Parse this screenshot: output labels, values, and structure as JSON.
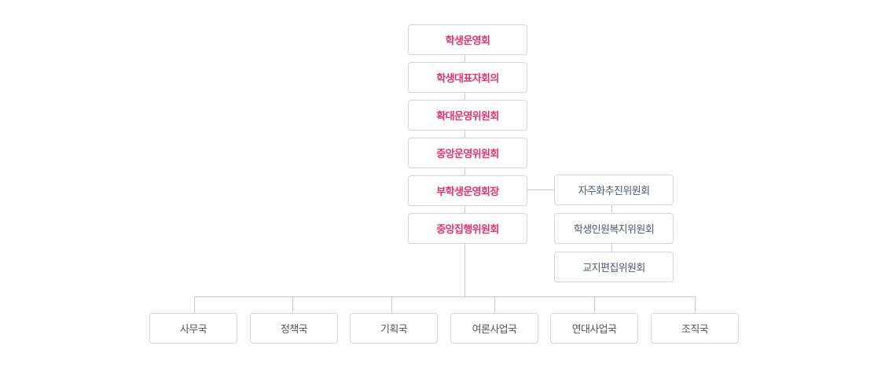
{
  "main_chain": [
    {
      "id": "student-council",
      "label": "학생운영회"
    },
    {
      "id": "student-representatives-meeting",
      "label": "학생대표자회의"
    },
    {
      "id": "expanded-steering-committee",
      "label": "확대운영위원회"
    },
    {
      "id": "central-steering-committee",
      "label": "중앙운영위원회"
    },
    {
      "id": "vice-president",
      "label": "부학생운영회장"
    },
    {
      "id": "central-executive-committee",
      "label": "중앙집행위원회"
    }
  ],
  "committees": [
    {
      "id": "autonomy-promotion-committee",
      "label": "자주화추진위원회"
    },
    {
      "id": "student-rights-welfare-committee",
      "label": "학생인원복지위원회"
    },
    {
      "id": "newspaper-editorial-committee",
      "label": "교지편집위원회"
    }
  ],
  "departments": [
    {
      "id": "secretariat",
      "label": "사무국"
    },
    {
      "id": "policy",
      "label": "정책국"
    },
    {
      "id": "planning",
      "label": "기획국"
    },
    {
      "id": "public-opinion",
      "label": "여론사업국"
    },
    {
      "id": "solidarity",
      "label": "연대사업국"
    },
    {
      "id": "organization",
      "label": "조직국"
    }
  ],
  "colors": {
    "main_text": "#e6326c",
    "committee_text": "#4a5877",
    "department_text": "#555555",
    "border": "#d4d4d9",
    "connector": "#c9c9ce"
  }
}
